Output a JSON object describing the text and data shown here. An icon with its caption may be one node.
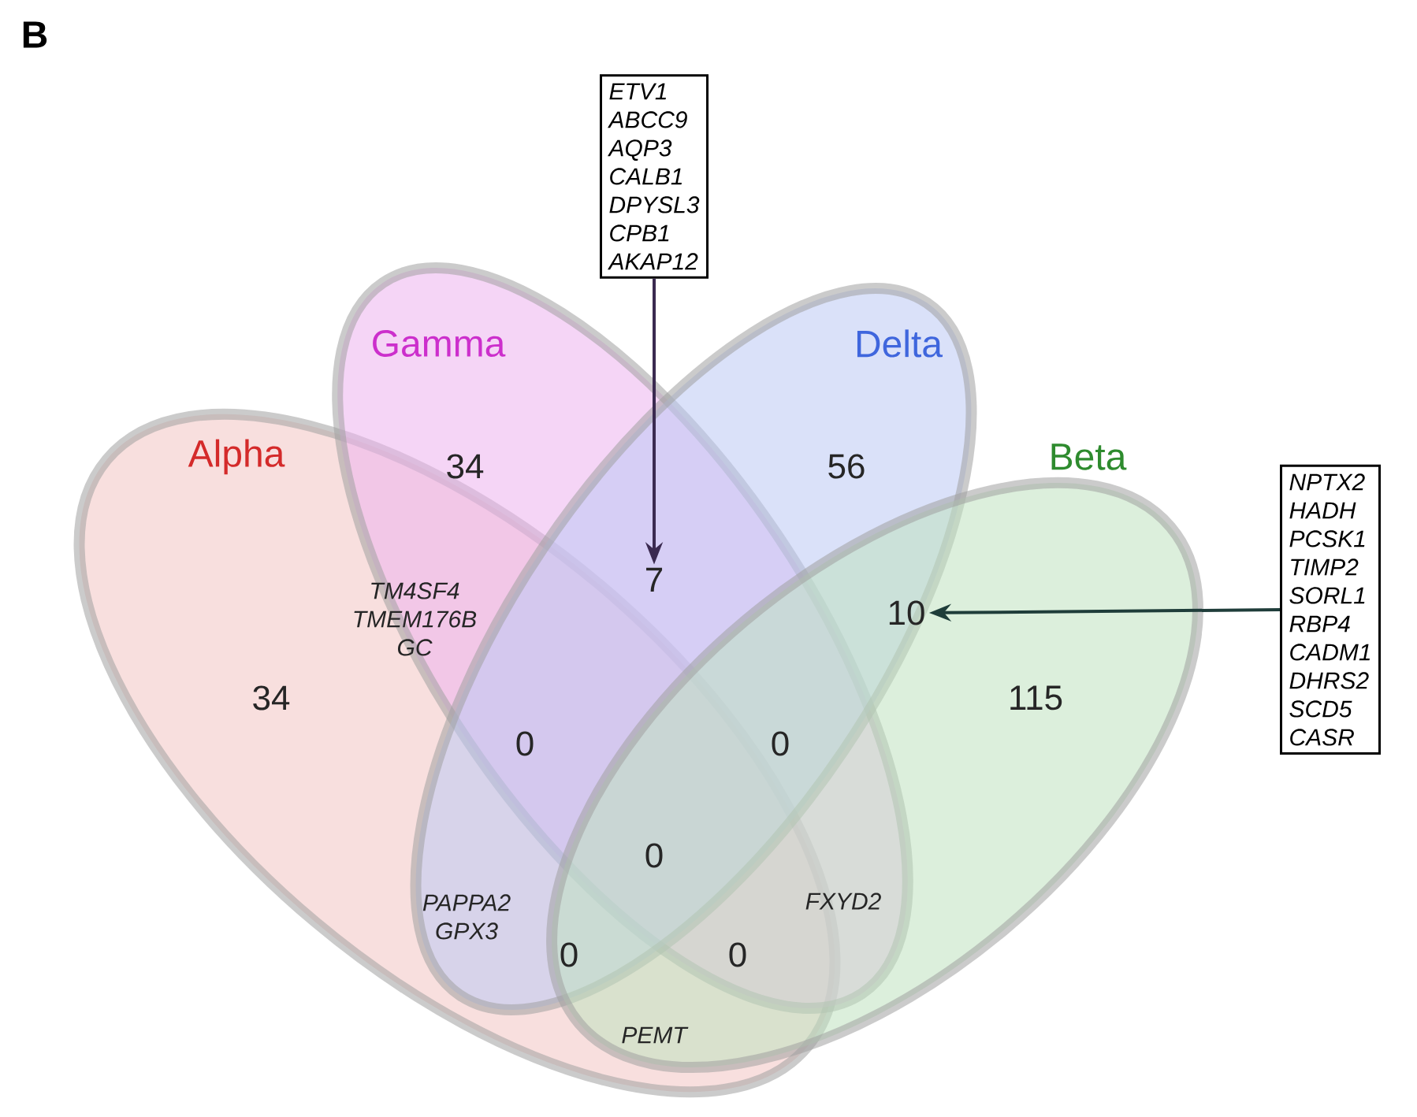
{
  "diagram": {
    "nodes": [
      {
        "text": [
          "*ETV1*",
          "*ABCC9*",
          "*AQP3*",
          "*CALB1*",
          "*DPYSL3*",
          "*CPB1*",
          "*AKAP12*"
        ]
      },
      {
        "text": [
          "7"
        ]
      },
      {
        "text": [
          "*NPTX2*",
          "*HADH*",
          "*PCSK1*",
          "*TIMP2*",
          "*SORL1*",
          "*RBP4*",
          "*CADM1*",
          "*DHRS2*",
          "*SCD5*",
          "*CASR*"
        ]
      },
      {
        "text": [
          "10"
        ]
      }
    ],
    "edges": [
      {
        "from": 0,
        "to": 1,
        "arrow": "to",
        "color": "#3b2a50"
      },
      {
        "from": 2,
        "to": 3,
        "arrow": "to",
        "color": "#1f3d3a"
      }
    ],
    "labels": [
      "B",
      "Gamma",
      "Delta",
      "Alpha",
      "34",
      "56",
      "Beta",
      "34",
      "TM4SF4 TMEM176B GC",
      "115",
      "0",
      "0",
      "0",
      "PAPPA2 GPX3",
      "FXYD2",
      "0",
      "0",
      "PEMT"
    ]
  }
}
